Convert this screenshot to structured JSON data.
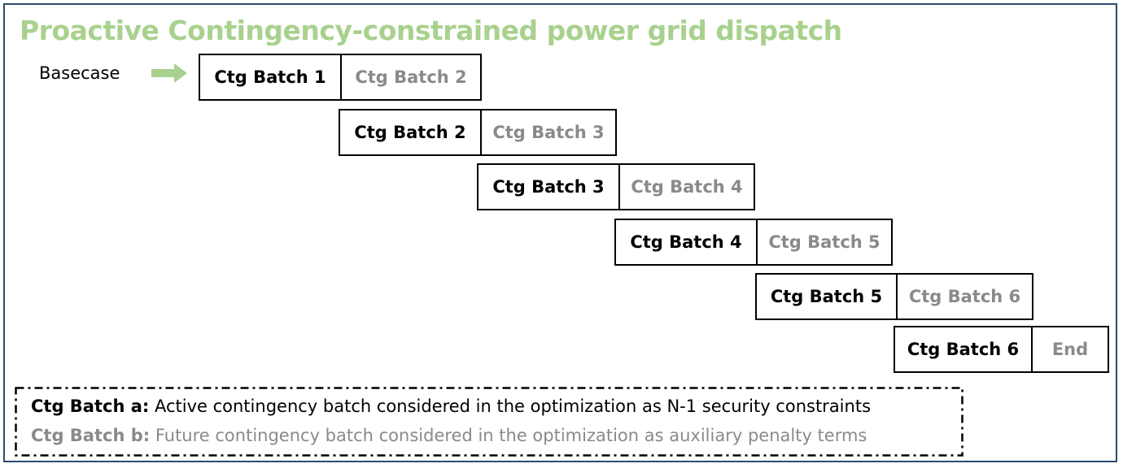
{
  "title": "Proactive Contingency-constrained power grid dispatch",
  "basecase_label": "Basecase",
  "rows": [
    {
      "active": "Ctg Batch 1",
      "future": "Ctg Batch 2"
    },
    {
      "active": "Ctg Batch 2",
      "future": "Ctg Batch 3"
    },
    {
      "active": "Ctg Batch 3",
      "future": "Ctg Batch 4"
    },
    {
      "active": "Ctg Batch 4",
      "future": "Ctg Batch 5"
    },
    {
      "active": "Ctg Batch 5",
      "future": "Ctg Batch 6"
    },
    {
      "active": "Ctg Batch 6",
      "future": "End"
    }
  ],
  "legend": {
    "active_key": "Ctg Batch a:",
    "active_desc": " Active contingency batch considered in the optimization as N-1 security constraints",
    "future_key": "Ctg Batch b:",
    "future_desc": " Future contingency batch considered in the optimization as auxiliary penalty terms"
  },
  "colors": {
    "title": "#a9d18e",
    "arrow": "#a9d18e",
    "frame": "#2e4a6e",
    "future_text": "#8a8a8a"
  }
}
